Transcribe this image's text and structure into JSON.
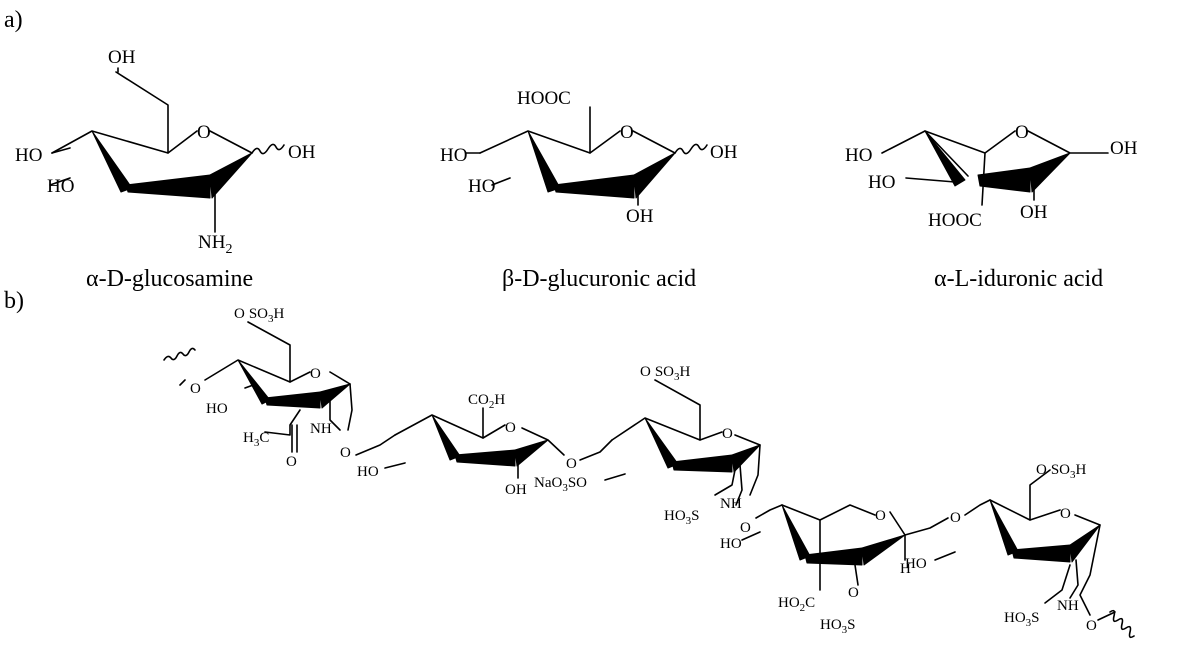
{
  "panels": {
    "a": "a)",
    "b": "b)"
  },
  "monomers": [
    {
      "name": "α-D-glucosamine",
      "labels": {
        "ring_o": "O",
        "c6": "OH",
        "c4": "HO",
        "c3": "HO",
        "c2": "NH",
        "c2_sub": "2",
        "c1": "OH"
      }
    },
    {
      "name": "β-D-glucuronic acid",
      "labels": {
        "ring_o": "O",
        "c6": "HOOC",
        "c4": "HO",
        "c3": "HO",
        "c2": "OH",
        "c1": "OH"
      }
    },
    {
      "name": "α-L-iduronic acid",
      "labels": {
        "ring_o": "O",
        "c4": "HO",
        "c3": "HO",
        "c6": "HOOC",
        "c2": "OH",
        "c1": "OH"
      }
    }
  ],
  "chain": {
    "unit1": {
      "sulfo": [
        "O",
        "SO",
        "3",
        "H"
      ],
      "ring_o": "O",
      "c4": "O",
      "c3": "HO",
      "ac_ch3": [
        "H",
        "3",
        "C"
      ],
      "nh": "NH",
      "co": "O",
      "link": "O"
    },
    "unit2": {
      "acid": [
        "CO",
        "2",
        "H"
      ],
      "ring_o": "O",
      "c3": "HO",
      "c2": "OH",
      "link": "O"
    },
    "unit3": {
      "sulfo": [
        "O",
        "SO",
        "3",
        "H"
      ],
      "ring_o": "O",
      "c3": [
        "NaO",
        "3",
        "SO"
      ],
      "nh": "NH",
      "nhs": [
        "HO",
        "3",
        "S"
      ],
      "link": "O"
    },
    "unit4": {
      "ring_o": "O",
      "c3": "HO",
      "acid": [
        "HO",
        "2",
        "C"
      ],
      "osulfo": "O",
      "osulfo_s": [
        "HO",
        "3",
        "S"
      ],
      "h": "H",
      "link": "O"
    },
    "unit5": {
      "sulfo": [
        "O",
        "SO",
        "3",
        "H"
      ],
      "ring_o": "O",
      "c3": "HO",
      "nh": "NH",
      "nhs": [
        "HO",
        "3",
        "S"
      ],
      "end": "O"
    }
  }
}
